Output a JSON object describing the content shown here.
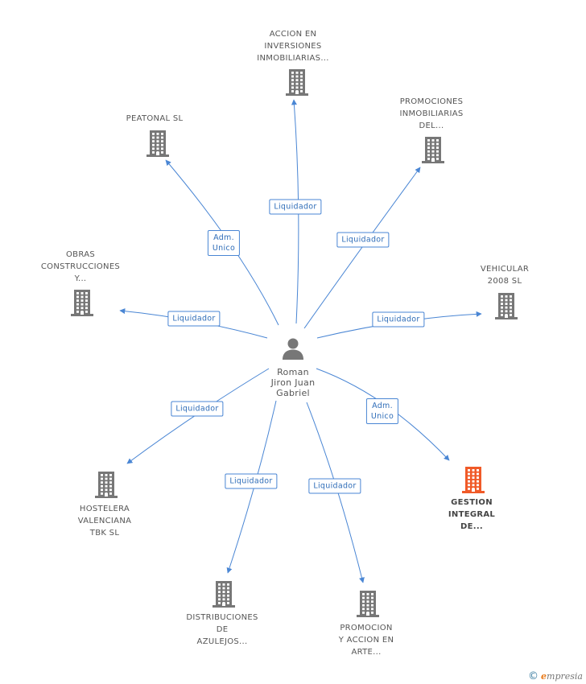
{
  "colors": {
    "edge": "#4a86d4",
    "building": "#777777",
    "highlight": "#f05a28",
    "person": "#777777"
  },
  "center": {
    "lines": [
      "Roman",
      "Jiron Juan",
      "Gabriel"
    ],
    "icon": "person-icon"
  },
  "nodes": [
    {
      "id": "accion-inversiones",
      "lines": [
        "ACCION EN",
        "INVERSIONES",
        "INMOBILIARIAS..."
      ],
      "highlight": false
    },
    {
      "id": "peatonal",
      "lines": [
        "PEATONAL SL"
      ],
      "highlight": false
    },
    {
      "id": "promociones-inmobiliarias",
      "lines": [
        "PROMOCIONES",
        "INMOBILIARIAS",
        "DEL..."
      ],
      "highlight": false
    },
    {
      "id": "obras-construcciones",
      "lines": [
        "OBRAS",
        "CONSTRUCCIONES",
        "Y..."
      ],
      "highlight": false
    },
    {
      "id": "vehicular",
      "lines": [
        "VEHICULAR",
        "2008 SL"
      ],
      "highlight": false
    },
    {
      "id": "hostelera",
      "lines": [
        "HOSTELERA",
        "VALENCIANA",
        "TBK SL"
      ],
      "highlight": false
    },
    {
      "id": "gestion-integral",
      "lines": [
        "GESTION",
        "INTEGRAL",
        "DE..."
      ],
      "highlight": true
    },
    {
      "id": "distribuciones",
      "lines": [
        "DISTRIBUCIONES",
        "DE",
        "AZULEJOS..."
      ],
      "highlight": false
    },
    {
      "id": "promocion-accion",
      "lines": [
        "PROMOCION",
        "Y ACCION EN",
        "ARTE..."
      ],
      "highlight": false
    }
  ],
  "edges": [
    {
      "to": "accion-inversiones",
      "lines": [
        "Liquidador"
      ]
    },
    {
      "to": "peatonal",
      "lines": [
        "Adm.",
        "Unico"
      ]
    },
    {
      "to": "promociones-inmobiliarias",
      "lines": [
        "Liquidador"
      ]
    },
    {
      "to": "obras-construcciones",
      "lines": [
        "Liquidador"
      ]
    },
    {
      "to": "vehicular",
      "lines": [
        "Liquidador"
      ]
    },
    {
      "to": "hostelera",
      "lines": [
        "Liquidador"
      ]
    },
    {
      "to": "gestion-integral",
      "lines": [
        "Adm.",
        "Unico"
      ]
    },
    {
      "to": "distribuciones",
      "lines": [
        "Liquidador"
      ]
    },
    {
      "to": "promocion-accion",
      "lines": [
        "Liquidador"
      ]
    }
  ],
  "footer": {
    "copyright": "©",
    "brand_initial": "e",
    "brand_rest": "mpresia"
  }
}
